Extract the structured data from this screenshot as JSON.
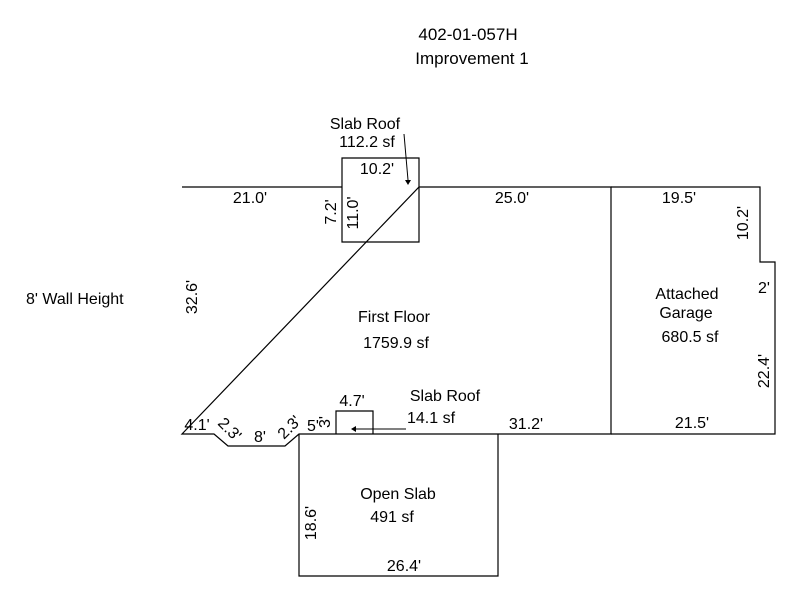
{
  "header": {
    "parcel_id": "402-01-057H",
    "improvement": "Improvement 1"
  },
  "wall_height": "8' Wall Height",
  "areas": {
    "first_floor": {
      "name": "First Floor",
      "area": "1759.9 sf"
    },
    "garage": {
      "name_line1": "Attached",
      "name_line2": "Garage",
      "area": "680.5 sf"
    },
    "open_slab": {
      "name": "Open Slab",
      "area": "491 sf"
    },
    "slab_roof_top": {
      "name": "Slab Roof",
      "area": "112.2 sf"
    },
    "slab_roof_bottom": {
      "name": "Slab Roof",
      "area": "14.1 sf"
    }
  },
  "dimensions": {
    "top_left": "21.0'",
    "top_middle": "25.0'",
    "top_garage": "19.5'",
    "slab_top_width": "10.2'",
    "slab_top_left_outer": "7.2'",
    "slab_top_left_inner": "11.0'",
    "left_side": "32.6'",
    "garage_right_upper": "10.2'",
    "garage_notch": "2'",
    "garage_right_lower": "22.4'",
    "garage_bottom": "21.5'",
    "bottom_left": "4.1'",
    "bottom_diag_left": "2.3'",
    "bottom_flat": "8'",
    "bottom_diag_right": "2.3'",
    "bottom_short": "5'",
    "slab_bottom_side": "3'",
    "slab_bottom_width": "4.7'",
    "bottom_right": "31.2'",
    "open_slab_left": "18.6'",
    "open_slab_bottom": "26.4'"
  }
}
